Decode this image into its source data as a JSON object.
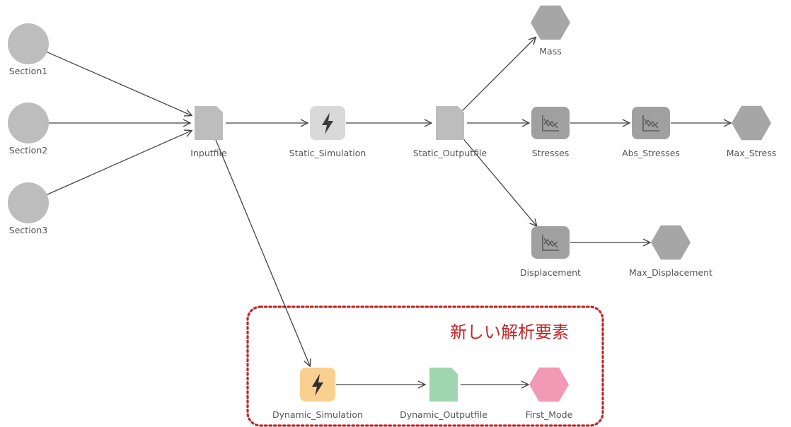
{
  "diagram": {
    "colors": {
      "edge": "#444444",
      "node_gray": "#bdbdbd",
      "node_dark": "#a6a6a6",
      "processor_bg": "#d9d9d9",
      "plot_bg": "#a0a0a0",
      "dynamic_processor": "#f9d090",
      "dynamic_file": "#9fd6b0",
      "dynamic_output": "#f29ab5",
      "group_border": "#c0282a",
      "group_title": "#c0282a"
    },
    "nodes": [
      {
        "id": "section1",
        "label": "Section1",
        "kind": "input",
        "icon": "circle-node-icon"
      },
      {
        "id": "section2",
        "label": "Section2",
        "kind": "input",
        "icon": "circle-node-icon"
      },
      {
        "id": "section3",
        "label": "Section3",
        "kind": "input",
        "icon": "circle-node-icon"
      },
      {
        "id": "inputfile",
        "label": "Inputfile",
        "kind": "file",
        "icon": "file-icon"
      },
      {
        "id": "static_simulation",
        "label": "Static_Simulation",
        "kind": "processor",
        "icon": "lightning-icon"
      },
      {
        "id": "static_outputfile",
        "label": "Static_Outputfile",
        "kind": "file",
        "icon": "file-icon"
      },
      {
        "id": "mass",
        "label": "Mass",
        "kind": "output",
        "icon": "hexagon-icon"
      },
      {
        "id": "stresses",
        "label": "Stresses",
        "kind": "plot",
        "icon": "chart-icon"
      },
      {
        "id": "abs_stresses",
        "label": "Abs_Stresses",
        "kind": "plot",
        "icon": "chart-icon"
      },
      {
        "id": "max_stress",
        "label": "Max_Stress",
        "kind": "output",
        "icon": "hexagon-icon"
      },
      {
        "id": "displacement",
        "label": "Displacement",
        "kind": "plot",
        "icon": "chart-icon"
      },
      {
        "id": "max_displacement",
        "label": "Max_Displacement",
        "kind": "output",
        "icon": "hexagon-icon"
      },
      {
        "id": "dynamic_simulation",
        "label": "Dynamic_Simulation",
        "kind": "processor_new",
        "icon": "lightning-icon"
      },
      {
        "id": "dynamic_outputfile",
        "label": "Dynamic_Outputfile",
        "kind": "file_new",
        "icon": "file-icon"
      },
      {
        "id": "first_mode",
        "label": "First_Mode",
        "kind": "output_new",
        "icon": "hexagon-icon"
      }
    ],
    "edges": [
      {
        "from": "section1",
        "to": "inputfile"
      },
      {
        "from": "section2",
        "to": "inputfile"
      },
      {
        "from": "section3",
        "to": "inputfile"
      },
      {
        "from": "inputfile",
        "to": "static_simulation"
      },
      {
        "from": "static_simulation",
        "to": "static_outputfile"
      },
      {
        "from": "static_outputfile",
        "to": "mass"
      },
      {
        "from": "static_outputfile",
        "to": "stresses"
      },
      {
        "from": "stresses",
        "to": "abs_stresses"
      },
      {
        "from": "abs_stresses",
        "to": "max_stress"
      },
      {
        "from": "static_outputfile",
        "to": "displacement"
      },
      {
        "from": "displacement",
        "to": "max_displacement"
      },
      {
        "from": "inputfile",
        "to": "dynamic_simulation"
      },
      {
        "from": "dynamic_simulation",
        "to": "dynamic_outputfile"
      },
      {
        "from": "dynamic_outputfile",
        "to": "first_mode"
      }
    ],
    "group": {
      "title": "新しい解析要素",
      "members": [
        "dynamic_simulation",
        "dynamic_outputfile",
        "first_mode"
      ]
    }
  }
}
